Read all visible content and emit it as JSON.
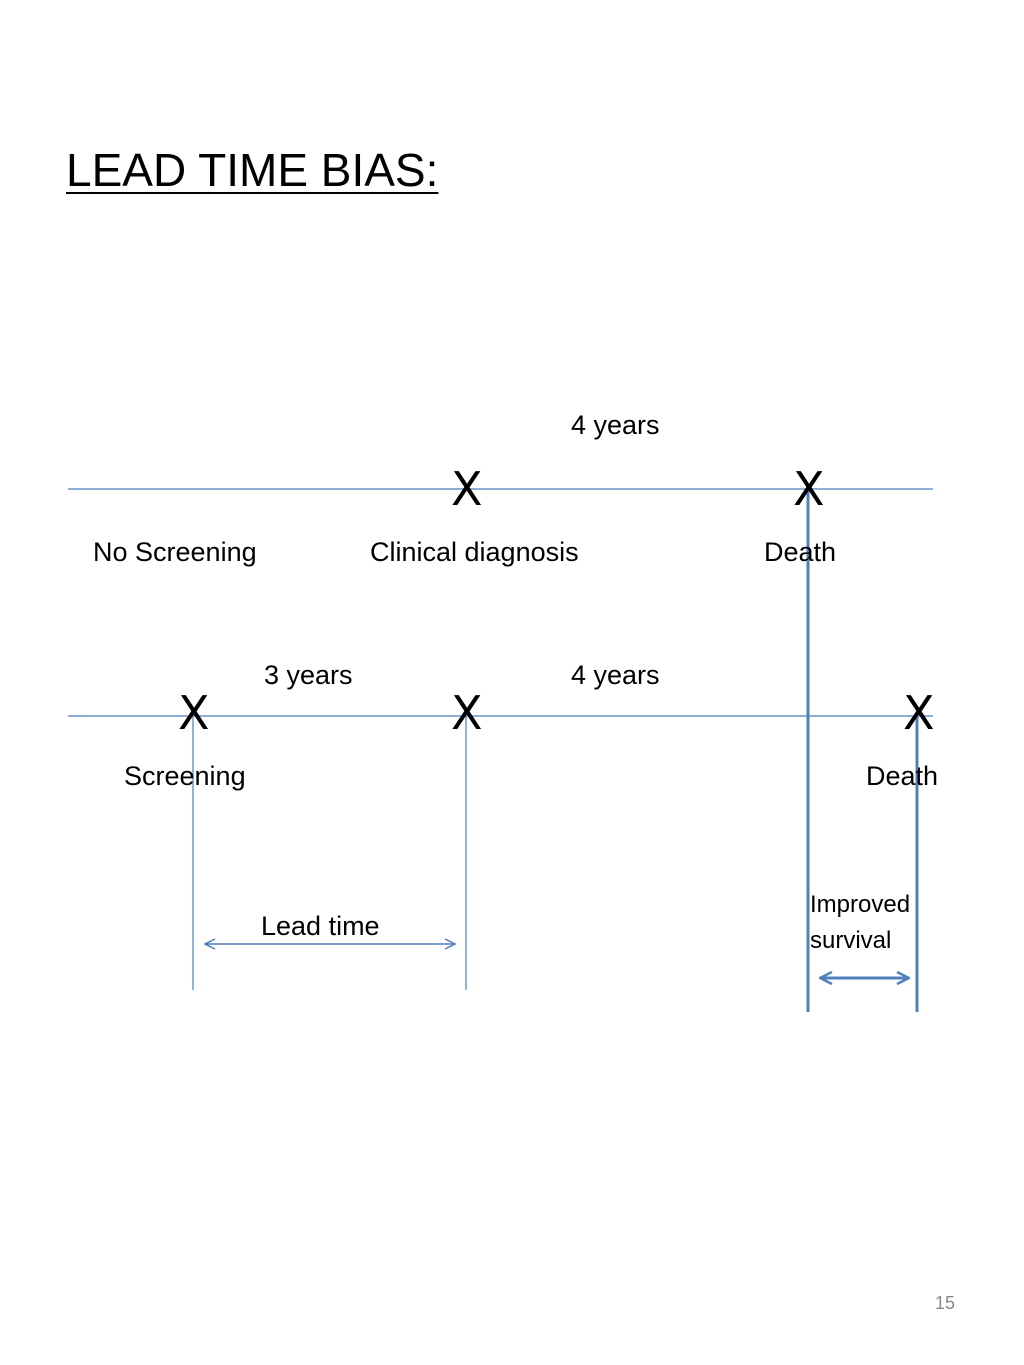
{
  "slide": {
    "title": "LEAD TIME BIAS:",
    "page_number": "15"
  },
  "timeline_no_screening": {
    "duration_label": "4 years",
    "marker_symbol": "X",
    "label_left": "No Screening",
    "label_diagnosis": "Clinical diagnosis",
    "label_death": "Death"
  },
  "timeline_screening": {
    "lead_duration_label": "3 years",
    "survival_duration_label": "4 years",
    "marker_symbol": "X",
    "label_screening": "Screening",
    "label_death": "Death"
  },
  "annotations": {
    "lead_time": "Lead time",
    "improved_survival_line1": "Improved",
    "improved_survival_line2": "survival"
  },
  "colors": {
    "line": "#4a7ebb",
    "line_thick": "#4f81bd",
    "text": "#000000",
    "page_number": "#888888"
  }
}
